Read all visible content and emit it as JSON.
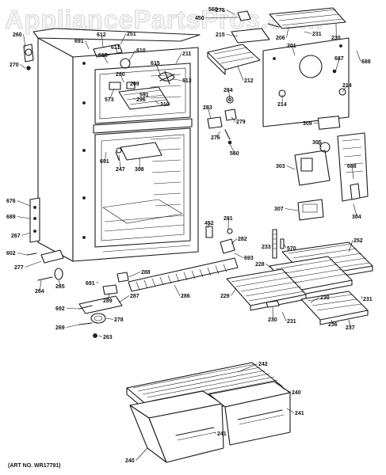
{
  "watermark": "AppliancePartsPros.com",
  "art_number": "(ART NO. WR17791)",
  "labels": [
    {
      "id": "560a",
      "text": "560"
    },
    {
      "id": "275",
      "text": "275"
    },
    {
      "id": "450",
      "text": "450"
    },
    {
      "id": "215",
      "text": "215"
    },
    {
      "id": "206",
      "text": "206"
    },
    {
      "id": "231a",
      "text": "231"
    },
    {
      "id": "230a",
      "text": "230"
    },
    {
      "id": "260",
      "text": "260"
    },
    {
      "id": "612",
      "text": "612"
    },
    {
      "id": "251",
      "text": "251"
    },
    {
      "id": "691a",
      "text": "691"
    },
    {
      "id": "611",
      "text": "611"
    },
    {
      "id": "610",
      "text": "610"
    },
    {
      "id": "201",
      "text": "201"
    },
    {
      "id": "615a",
      "text": "615"
    },
    {
      "id": "211",
      "text": "211"
    },
    {
      "id": "270",
      "text": "270"
    },
    {
      "id": "615b",
      "text": "615"
    },
    {
      "id": "687",
      "text": "687"
    },
    {
      "id": "688a",
      "text": "688"
    },
    {
      "id": "280",
      "text": "280"
    },
    {
      "id": "209",
      "text": "209"
    },
    {
      "id": "613",
      "text": "613"
    },
    {
      "id": "212",
      "text": "212"
    },
    {
      "id": "214a",
      "text": "214"
    },
    {
      "id": "573",
      "text": "573"
    },
    {
      "id": "296",
      "text": "296"
    },
    {
      "id": "591",
      "text": "591"
    },
    {
      "id": "310",
      "text": "310"
    },
    {
      "id": "284",
      "text": "284"
    },
    {
      "id": "214b",
      "text": "214"
    },
    {
      "id": "283",
      "text": "283"
    },
    {
      "id": "279",
      "text": "279"
    },
    {
      "id": "309",
      "text": "309"
    },
    {
      "id": "276",
      "text": "276"
    },
    {
      "id": "560b",
      "text": "560"
    },
    {
      "id": "305",
      "text": "305"
    },
    {
      "id": "691b",
      "text": "691"
    },
    {
      "id": "247",
      "text": "247"
    },
    {
      "id": "308",
      "text": "308"
    },
    {
      "id": "303",
      "text": "303"
    },
    {
      "id": "688b",
      "text": "688"
    },
    {
      "id": "676",
      "text": "676"
    },
    {
      "id": "689",
      "text": "689"
    },
    {
      "id": "267",
      "text": "267"
    },
    {
      "id": "281",
      "text": "281"
    },
    {
      "id": "307",
      "text": "307"
    },
    {
      "id": "304",
      "text": "304"
    },
    {
      "id": "452",
      "text": "452"
    },
    {
      "id": "282",
      "text": "282"
    },
    {
      "id": "233",
      "text": "233"
    },
    {
      "id": "570",
      "text": "570"
    },
    {
      "id": "252",
      "text": "252"
    },
    {
      "id": "602",
      "text": "602"
    },
    {
      "id": "277",
      "text": "277"
    },
    {
      "id": "693",
      "text": "693"
    },
    {
      "id": "228",
      "text": "228"
    },
    {
      "id": "264",
      "text": "264"
    },
    {
      "id": "265",
      "text": "265"
    },
    {
      "id": "691c",
      "text": "691"
    },
    {
      "id": "288",
      "text": "288"
    },
    {
      "id": "289",
      "text": "289"
    },
    {
      "id": "287",
      "text": "287"
    },
    {
      "id": "286",
      "text": "286"
    },
    {
      "id": "229",
      "text": "229"
    },
    {
      "id": "230b",
      "text": "230"
    },
    {
      "id": "231b",
      "text": "231"
    },
    {
      "id": "692",
      "text": "692"
    },
    {
      "id": "278",
      "text": "278"
    },
    {
      "id": "230c",
      "text": "230"
    },
    {
      "id": "231c",
      "text": "231"
    },
    {
      "id": "236",
      "text": "236"
    },
    {
      "id": "237",
      "text": "237"
    },
    {
      "id": "269",
      "text": "269"
    },
    {
      "id": "263",
      "text": "263"
    },
    {
      "id": "242",
      "text": "242"
    },
    {
      "id": "240a",
      "text": "240"
    },
    {
      "id": "241a",
      "text": "241"
    },
    {
      "id": "241b",
      "text": "241"
    },
    {
      "id": "240b",
      "text": "240"
    }
  ]
}
